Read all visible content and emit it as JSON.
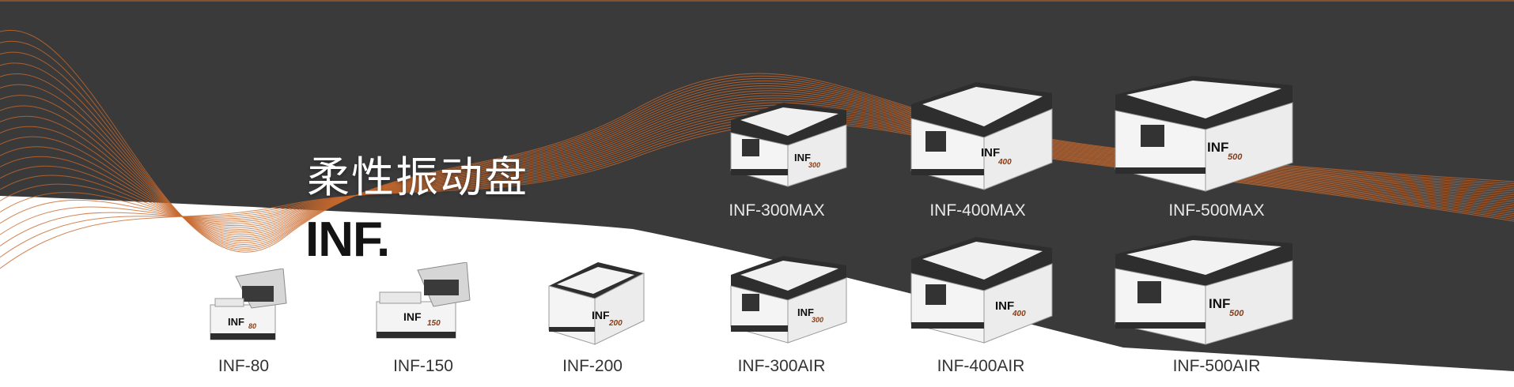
{
  "banner": {
    "title_cn": "柔性振动盘",
    "logo": "INF.",
    "colors": {
      "background_dark": "#3a3a3b",
      "background_light": "#ffffff",
      "accent_wave": "#c8692d"
    }
  },
  "products": [
    {
      "label": "INF-80",
      "badge_text": "80"
    },
    {
      "label": "INF-150",
      "badge_text": "150"
    },
    {
      "label": "INF-200",
      "badge_text": "200"
    },
    {
      "label": "INF-300AIR",
      "badge_text": "300"
    },
    {
      "label": "INF-400AIR",
      "badge_text": "400"
    },
    {
      "label": "INF-500AIR",
      "badge_text": "500"
    },
    {
      "label": "INF-300MAX",
      "badge_text": "300"
    },
    {
      "label": "INF-400MAX",
      "badge_text": "400"
    },
    {
      "label": "INF-500MAX",
      "badge_text": "500"
    }
  ]
}
